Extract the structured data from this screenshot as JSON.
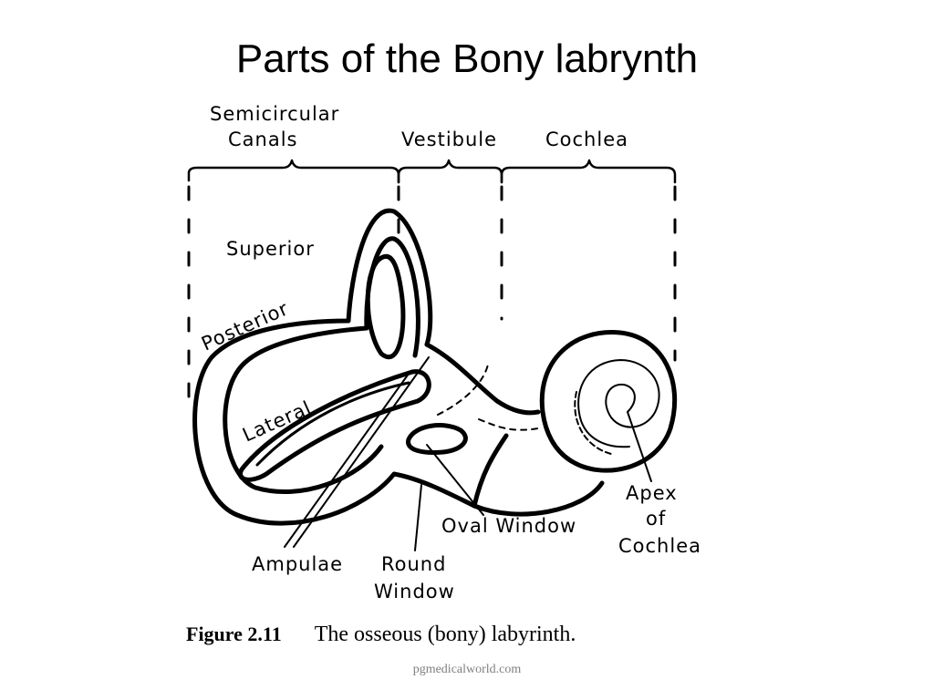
{
  "slide": {
    "title": "Parts of the Bony labrynth"
  },
  "diagram": {
    "sections": {
      "semicircular_line1": "Semicircular",
      "semicircular_line2": "Canals",
      "vestibule": "Vestibule",
      "cochlea": "Cochlea"
    },
    "labels": {
      "superior": "Superior",
      "posterior": "Posterior",
      "lateral": "Lateral",
      "ampulae": "Ampulae",
      "round_window_line1": "Round",
      "round_window_line2": "Window",
      "oval_window": "Oval Window",
      "apex_line1": "Apex",
      "apex_line2": "of",
      "apex_line3": "Cochlea"
    }
  },
  "caption": {
    "figure_number": "Figure 2.11",
    "text": "The osseous (bony) labyrinth."
  },
  "watermark": "pgmedicalworld.com"
}
